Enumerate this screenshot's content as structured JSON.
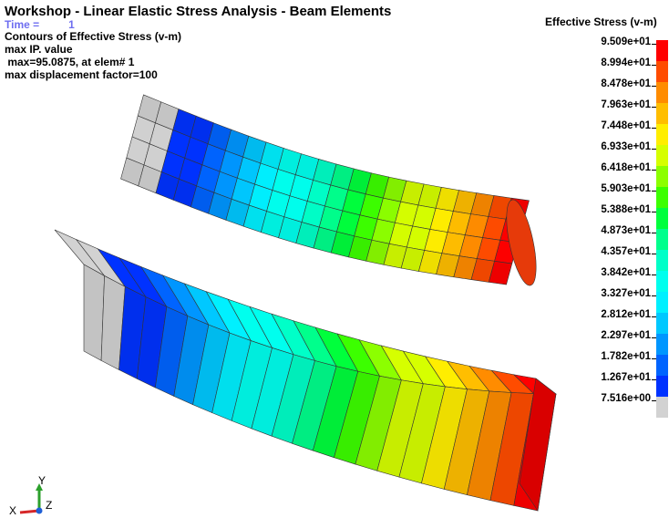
{
  "header": {
    "title": "Workshop - Linear Elastic Stress Analysis - Beam Elements",
    "time_label": "Time =",
    "time_value": "1",
    "lines": [
      "Contours of Effective Stress (v-m)",
      "max IP. value",
      " max=95.0875, at elem# 1",
      "max displacement factor=100"
    ]
  },
  "legend": {
    "title": "Effective Stress (v-m)",
    "entries": [
      {
        "value": "9.509e+01",
        "color": "#ff0000"
      },
      {
        "value": "8.994e+01",
        "color": "#ff4c00"
      },
      {
        "value": "8.478e+01",
        "color": "#ff8c00"
      },
      {
        "value": "7.963e+01",
        "color": "#ffbe00"
      },
      {
        "value": "7.448e+01",
        "color": "#ffee00"
      },
      {
        "value": "6.933e+01",
        "color": "#d6ff00"
      },
      {
        "value": "6.418e+01",
        "color": "#8cff00"
      },
      {
        "value": "5.903e+01",
        "color": "#3cff00"
      },
      {
        "value": "5.388e+01",
        "color": "#00ff3c"
      },
      {
        "value": "4.873e+01",
        "color": "#00ff8c"
      },
      {
        "value": "4.357e+01",
        "color": "#00ffc8"
      },
      {
        "value": "3.842e+01",
        "color": "#00ffee"
      },
      {
        "value": "3.327e+01",
        "color": "#00f0ff"
      },
      {
        "value": "2.812e+01",
        "color": "#00c8ff"
      },
      {
        "value": "2.297e+01",
        "color": "#0096ff"
      },
      {
        "value": "1.782e+01",
        "color": "#0064ff"
      },
      {
        "value": "1.267e+01",
        "color": "#0032ff"
      },
      {
        "value": "7.516e+00",
        "color": "#d2d2d2"
      }
    ]
  },
  "triad": {
    "x_label": "X",
    "y_label": "Y",
    "z_label": "Z"
  }
}
